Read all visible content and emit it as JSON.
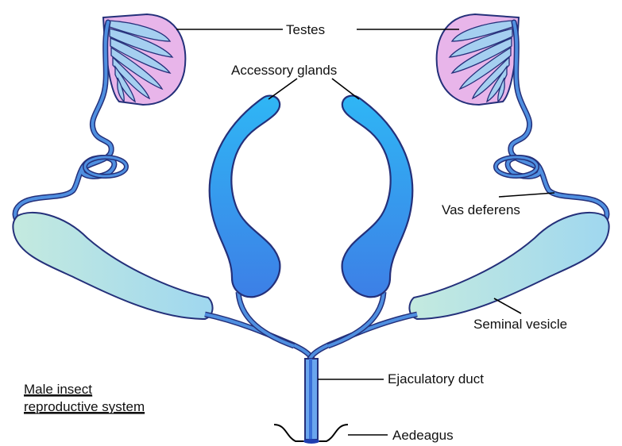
{
  "labels": {
    "testes": "Testes",
    "accessory_glands": "Accessory glands",
    "vas_deferens": "Vas deferens",
    "seminal_vesicle": "Seminal vesicle",
    "ejaculatory_duct": "Ejaculatory duct",
    "aedeagus": "Aedeagus"
  },
  "caption": {
    "line1": "Male insect",
    "line2": "reproductive system"
  },
  "colors": {
    "testis_fill": "#e6b3e8",
    "testis_follicle": "#9cc7ee",
    "accessory_gland": "#3aa6f2",
    "seminal_vesicle": "#a9ddea",
    "duct": "#4f8fe0",
    "outline": "#24307a"
  }
}
